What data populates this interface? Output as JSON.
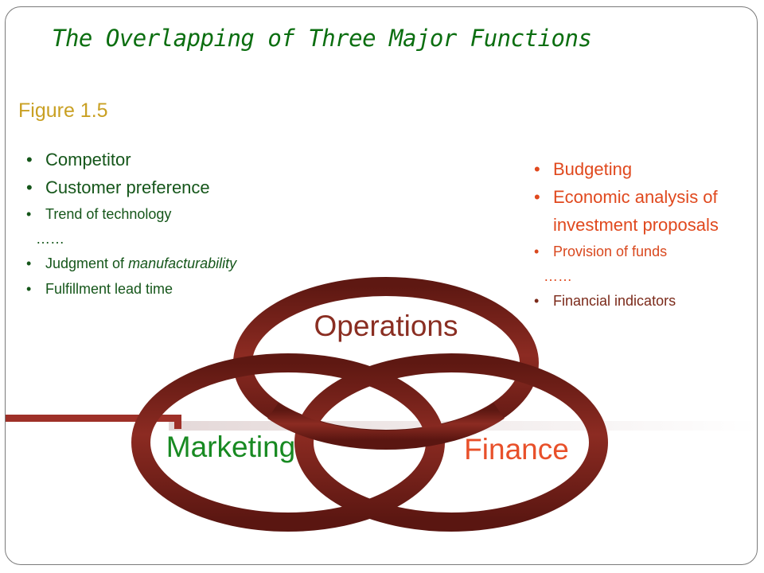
{
  "slide": {
    "title": "The Overlapping of Three Major Functions",
    "figure_label": "Figure 1.5"
  },
  "marketing_items": [
    "Competitor",
    "Customer preference",
    "Trend of technology",
    "……",
    "Judgment of manufacturability",
    "Fulfillment lead time"
  ],
  "finance_items": [
    "Budgeting",
    "Economic analysis of investment proposals",
    "Provision of funds",
    "……",
    "Financial indicators"
  ],
  "circles": {
    "operations": "Operations",
    "marketing": "Marketing",
    "finance": "Finance"
  },
  "colors": {
    "title": "#0b6e10",
    "figure_label": "#c9a023",
    "marketing_text": "#15561a",
    "finance_text": "#e0491e",
    "ring": "#7b231c",
    "ring_highlight": "#b04a40"
  }
}
